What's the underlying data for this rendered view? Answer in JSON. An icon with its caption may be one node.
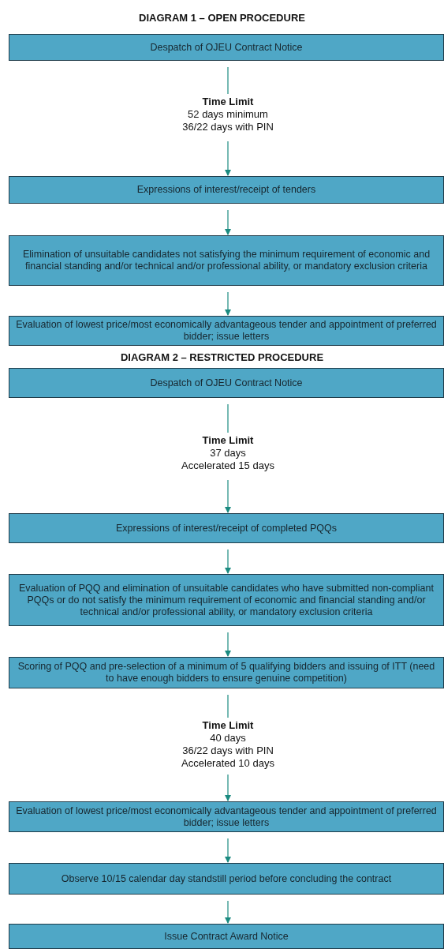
{
  "diagram": {
    "nodes": [
      {
        "text": [
          "Despatch of OJEU Contract Notice"
        ]
      },
      {
        "text": [
          "Time Limit",
          "52 days minimum",
          "36/22 days with PIN"
        ]
      },
      {
        "text": [
          "Expressions of interest/receipt of tenders"
        ]
      },
      {
        "text": [
          "Elimination of unsuitable candidates not satisfying the minimum requirement of economic and financial standing and/or technical and/or professional ability, or mandatory exclusion criteria"
        ]
      },
      {
        "text": [
          "Evaluation of lowest price/most economically advantageous tender and appointment of preferred bidder; issue letters"
        ]
      },
      {
        "text": [
          "Despatch of OJEU Contract Notice"
        ]
      },
      {
        "text": [
          "Time Limit",
          "37 days",
          "Accelerated 15 days"
        ]
      },
      {
        "text": [
          "Expressions of interest/receipt of completed PQQs"
        ]
      },
      {
        "text": [
          "Evaluation of PQQ and elimination of unsuitable candidates who have submitted non-compliant PQQs or do not satisfy the minimum requirement of economic and financial standing and/or technical and/or professional ability, or mandatory exclusion criteria"
        ]
      },
      {
        "text": [
          "Scoring of PQQ and pre-selection of a minimum of 5 qualifying bidders and issuing of ITT (need to have enough bidders to ensure genuine competition)"
        ]
      },
      {
        "text": [
          "Time Limit",
          "40 days",
          "36/22 days with PIN",
          "Accelerated 10 days"
        ]
      },
      {
        "text": [
          "Evaluation of lowest price/most economically advantageous tender and appointment of preferred bidder; issue letters"
        ]
      },
      {
        "text": [
          "Observe 10/15 calendar day standstill period before concluding the contract"
        ]
      },
      {
        "text": [
          "Issue Contract Award Notice"
        ]
      }
    ],
    "edges": [
      {
        "from": 0,
        "to": 1,
        "arrow": "none"
      },
      {
        "from": 1,
        "to": 2,
        "arrow": "to"
      },
      {
        "from": 2,
        "to": 3,
        "arrow": "to"
      },
      {
        "from": 3,
        "to": 4,
        "arrow": "to"
      },
      {
        "from": 5,
        "to": 6,
        "arrow": "none"
      },
      {
        "from": 6,
        "to": 7,
        "arrow": "to"
      },
      {
        "from": 7,
        "to": 8,
        "arrow": "to"
      },
      {
        "from": 8,
        "to": 9,
        "arrow": "to"
      },
      {
        "from": 9,
        "to": 10,
        "arrow": "none"
      },
      {
        "from": 10,
        "to": 11,
        "arrow": "to"
      },
      {
        "from": 11,
        "to": 12,
        "arrow": "to"
      },
      {
        "from": 12,
        "to": 13,
        "arrow": "to"
      }
    ],
    "labels": [
      "DIAGRAM 1 – OPEN PROCEDURE",
      "DIAGRAM 2 – RESTRICTED PROCEDURE"
    ]
  }
}
